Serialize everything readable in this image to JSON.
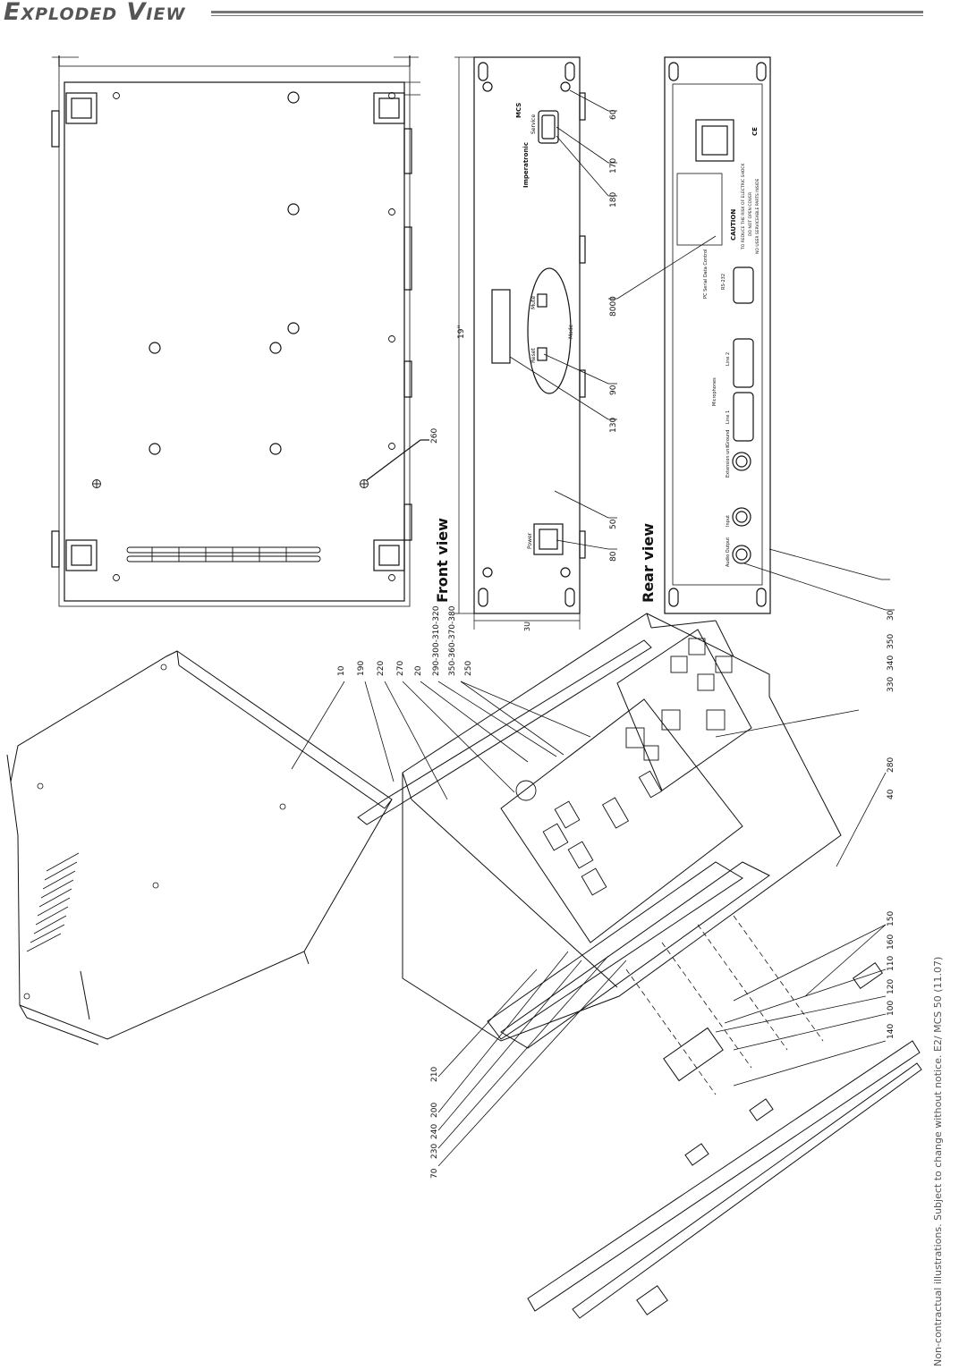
{
  "header": {
    "title": "Exploded View"
  },
  "views": {
    "front_title": "Front view",
    "rear_title": "Rear view",
    "width_label": "19\"",
    "height_label": "3U"
  },
  "front_panel": {
    "brand": "Imperatronic",
    "model": "MCS",
    "service_label": "Service",
    "power_label": "Power",
    "reset_label": "Reset",
    "mute_label": "Mute",
    "mode_label": "Mode"
  },
  "rear_panel": {
    "audio_output_label": "Audio Output",
    "input_label": "Input",
    "extension_label": "Extension unit",
    "ground_label": "Ground",
    "microphones_label": "Microphones",
    "line1_label": "Line 1",
    "line2_label": "Line 2",
    "pc_label": "PC Serial Data Control",
    "rs_label": "RS-232",
    "caution_label": "CAUTION",
    "warning_line1": "TO REDUCE THE RISK OF ELECTRIC SHOCK",
    "warning_line2": "DO NOT OPEN COVER",
    "warning_line3": "NO USER SERVICEABLE PARTS INSIDE",
    "ce_mark": "CE"
  },
  "part_numbers": {
    "top_view": [
      "260"
    ],
    "front_view": [
      "60",
      "170",
      "180",
      "8000",
      "90",
      "130",
      "50",
      "80"
    ],
    "rear_view": [
      "30",
      "350",
      "340",
      "330"
    ],
    "exploded_upper": [
      "10",
      "190",
      "220",
      "270",
      "20",
      "290-300-310-320",
      "350-360-370-380",
      "250"
    ],
    "exploded_lower": [
      "280",
      "40",
      "150",
      "160",
      "110",
      "120",
      "100",
      "140",
      "210",
      "200",
      "240",
      "230",
      "70"
    ]
  },
  "footer": {
    "note": "Non-contractual illustrations. Subject to change without notice. E2/ MCS 50 (11.07)"
  }
}
